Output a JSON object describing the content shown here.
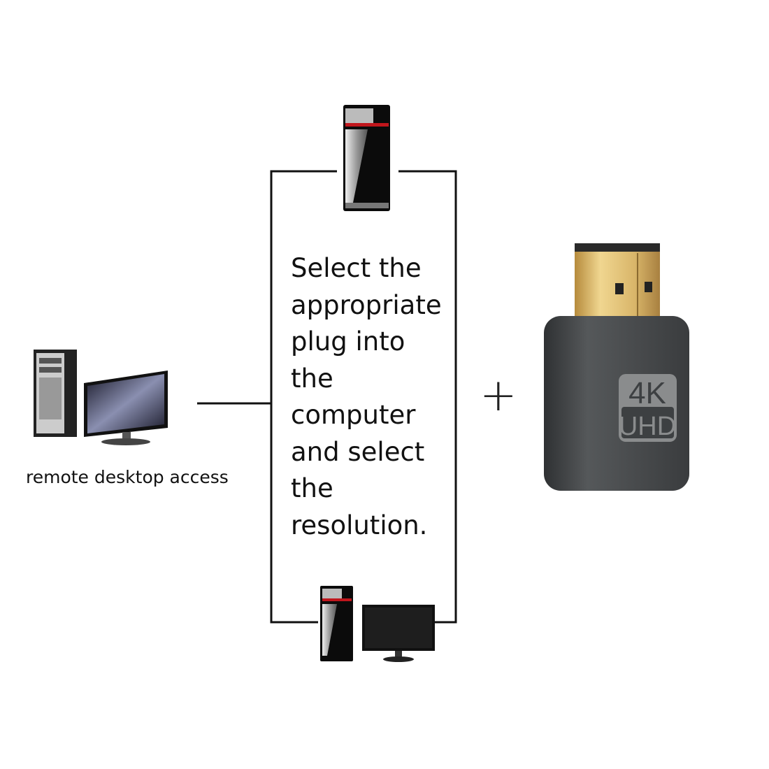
{
  "remote_label": "remote desktop access",
  "instruction_lines": [
    "Select the",
    "appropriate",
    "plug into",
    "the",
    "computer",
    "and select",
    "the",
    "resolution."
  ],
  "plus_sign": "+",
  "adapter": {
    "badge_top": "4K",
    "badge_bottom": "UHD"
  },
  "colors": {
    "line": "#111111",
    "gold": "#d9b66a",
    "body": "#4a4d4f",
    "accent_red": "#c0161c"
  }
}
